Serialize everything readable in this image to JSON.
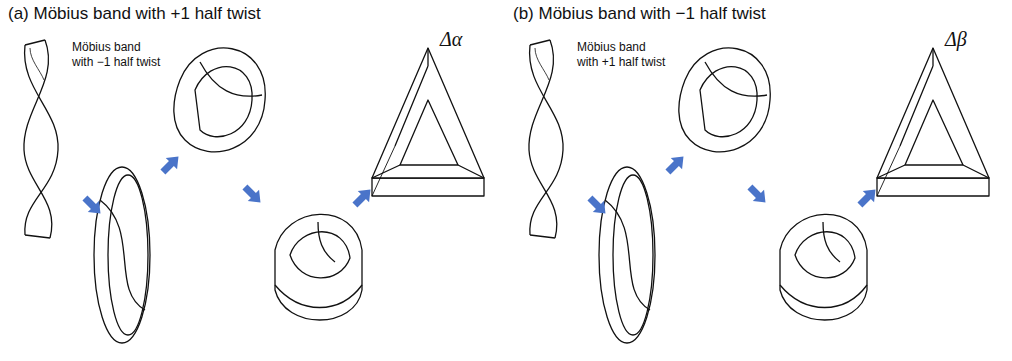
{
  "diagram": {
    "labels": [
      "(a) Möbius band with +1 half twist",
      "(b) Möbius band with −1 half twist",
      "Möbius band with −1 half twist",
      "Möbius band with +1 half twist",
      "Δα",
      "Δβ"
    ]
  }
}
